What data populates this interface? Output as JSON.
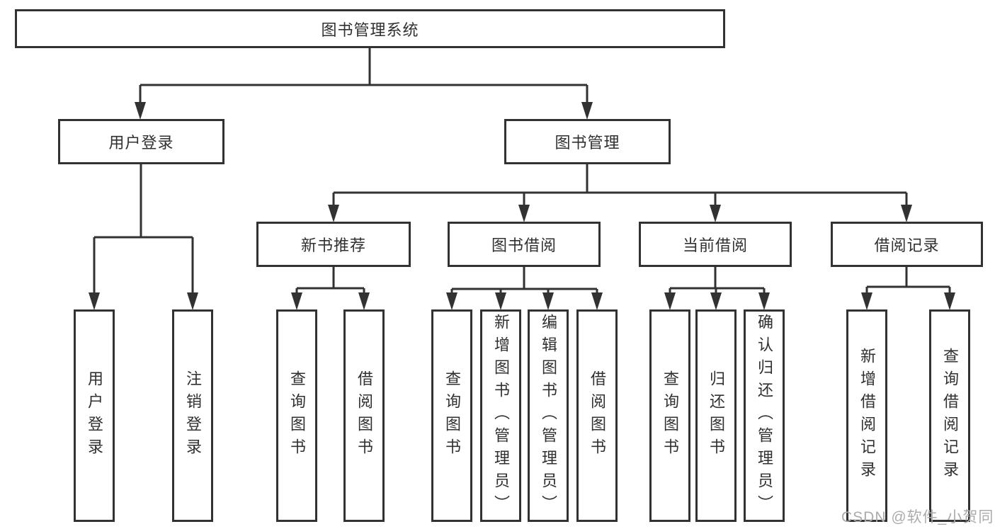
{
  "diagram": {
    "root": {
      "label": "图书管理系统"
    },
    "level2": [
      {
        "label": "用户登录"
      },
      {
        "label": "图书管理"
      }
    ],
    "level3": [
      {
        "label": "新书推荐"
      },
      {
        "label": "图书借阅"
      },
      {
        "label": "当前借阅"
      },
      {
        "label": "借阅记录"
      }
    ],
    "leaves": {
      "user_login": [
        {
          "label": "用户登录"
        },
        {
          "label": "注销登录"
        }
      ],
      "new_book_recommend": [
        {
          "label": "查询图书"
        },
        {
          "label": "借阅图书"
        }
      ],
      "book_borrow": [
        {
          "label": "查询图书"
        },
        {
          "label": "新增图书（管理员）"
        },
        {
          "label": "编辑图书（管理员）"
        },
        {
          "label": "借阅图书"
        }
      ],
      "current_borrow": [
        {
          "label": "查询图书"
        },
        {
          "label": "归还图书"
        },
        {
          "label": "确认归还（管理员）"
        }
      ],
      "borrow_record": [
        {
          "label": "新增借阅记录"
        },
        {
          "label": "查询借阅记录"
        }
      ]
    },
    "colors": {
      "line": "#323232",
      "text": "#303030",
      "watermark": "#ababab"
    }
  },
  "watermark": {
    "text": "CSDN @软件_小贺同学"
  }
}
